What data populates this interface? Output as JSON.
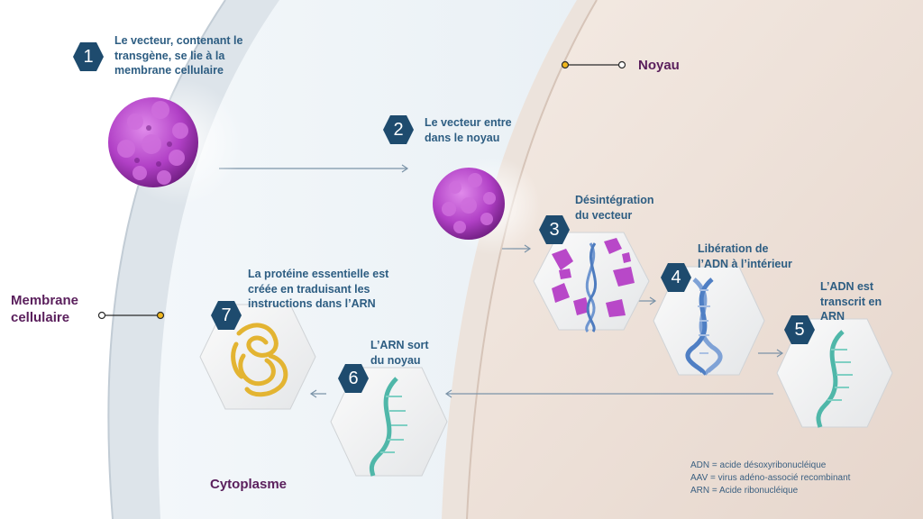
{
  "regions": {
    "membrane": "Membrane\ncellulaire",
    "nucleus": "Noyau",
    "cytoplasm": "Cytoplasme"
  },
  "steps": [
    {
      "number": "1",
      "text": "Le vecteur, contenant le\ntransgène, se lie à la\nmembrane cellulaire"
    },
    {
      "number": "2",
      "text": "Le vecteur entre\ndans le noyau"
    },
    {
      "number": "3",
      "text": "Désintégration\ndu vecteur"
    },
    {
      "number": "4",
      "text": "Libération de\nl’ADN à l’intérieur"
    },
    {
      "number": "5",
      "text": "L’ADN est\ntranscrit en\nARN"
    },
    {
      "number": "6",
      "text": "L’ARN sort\ndu noyau"
    },
    {
      "number": "7",
      "text": "La protéine essentielle est\ncréée en traduisant les\ninstructions dans l’ARN"
    }
  ],
  "legend": [
    "ADN = acide désoxyribonucléique",
    "AAV = virus adéno-associé recombinant",
    "ARN = Acide ribonucléique"
  ],
  "colors": {
    "badge": "#1e4b6e",
    "step_text": "#2d5d82",
    "region_label": "#5a1f5c",
    "virus": "#b045c8",
    "dna": "#7fa2d6",
    "rna": "#4fb7a9",
    "protein": "#e3b432"
  }
}
